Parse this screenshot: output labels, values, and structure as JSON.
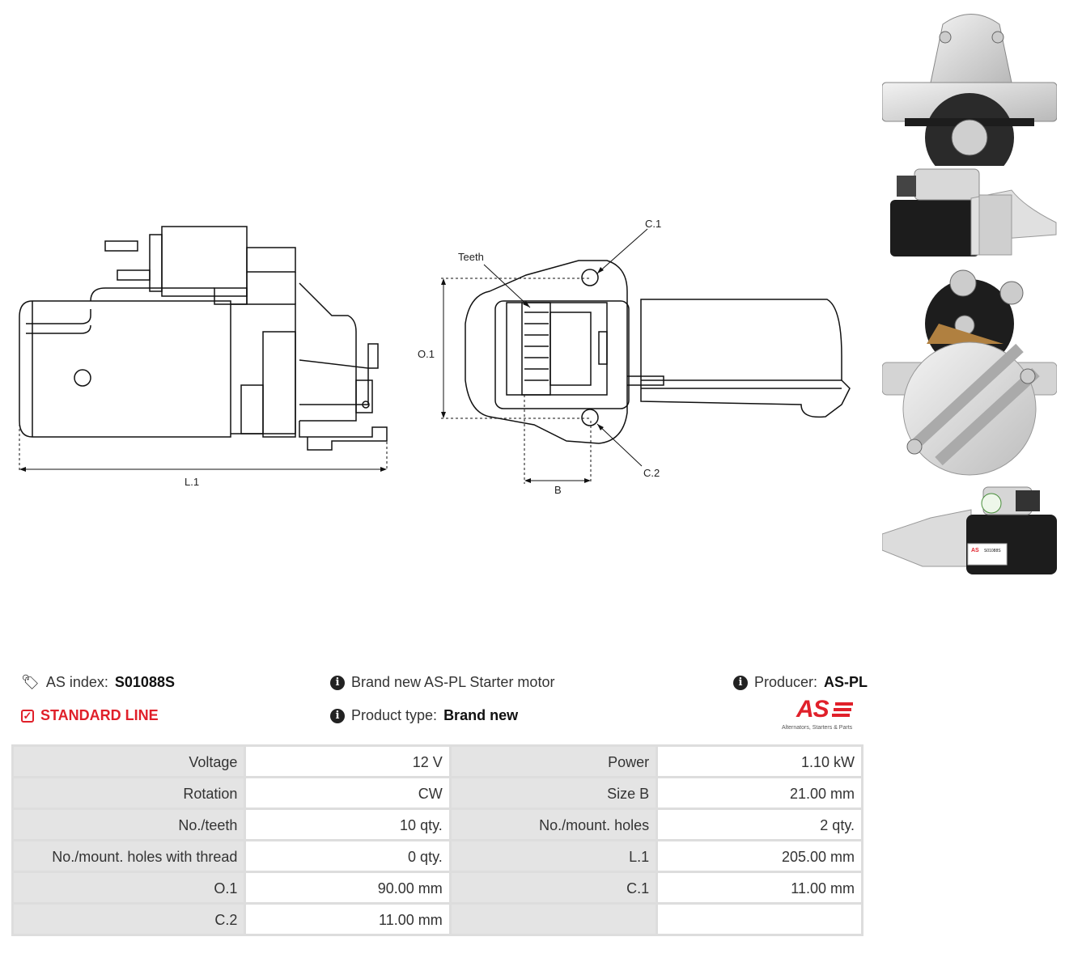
{
  "diagram": {
    "labels": {
      "l1": "L.1",
      "o1": "O.1",
      "teeth": "Teeth",
      "c1": "C.1",
      "c2": "C.2",
      "b": "B"
    }
  },
  "photos": {
    "badge_text": "AS",
    "label_text": "S01088S"
  },
  "info": {
    "as_index_label": "AS index:",
    "as_index_value": "S01088S",
    "line": "STANDARD LINE",
    "description": "Brand new AS-PL Starter motor",
    "product_type_label": "Product type:",
    "product_type_value": "Brand new",
    "producer_label": "Producer:",
    "producer_value": "AS-PL",
    "logo_text": "AS",
    "logo_tagline": "Alternators, Starters & Parts",
    "accent_color": "#e0202a"
  },
  "specs": [
    {
      "k1": "Voltage",
      "v1": "12 V",
      "k2": "Power",
      "v2": "1.10 kW"
    },
    {
      "k1": "Rotation",
      "v1": "CW",
      "k2": "Size B",
      "v2": "21.00 mm"
    },
    {
      "k1": "No./teeth",
      "v1": "10 qty.",
      "k2": "No./mount. holes",
      "v2": "2 qty."
    },
    {
      "k1": "No./mount. holes with thread",
      "v1": "0 qty.",
      "k2": "L.1",
      "v2": "205.00 mm"
    },
    {
      "k1": "O.1",
      "v1": "90.00 mm",
      "k2": "C.1",
      "v2": "11.00 mm"
    },
    {
      "k1": "C.2",
      "v1": "11.00 mm",
      "k2": "",
      "v2": ""
    }
  ]
}
